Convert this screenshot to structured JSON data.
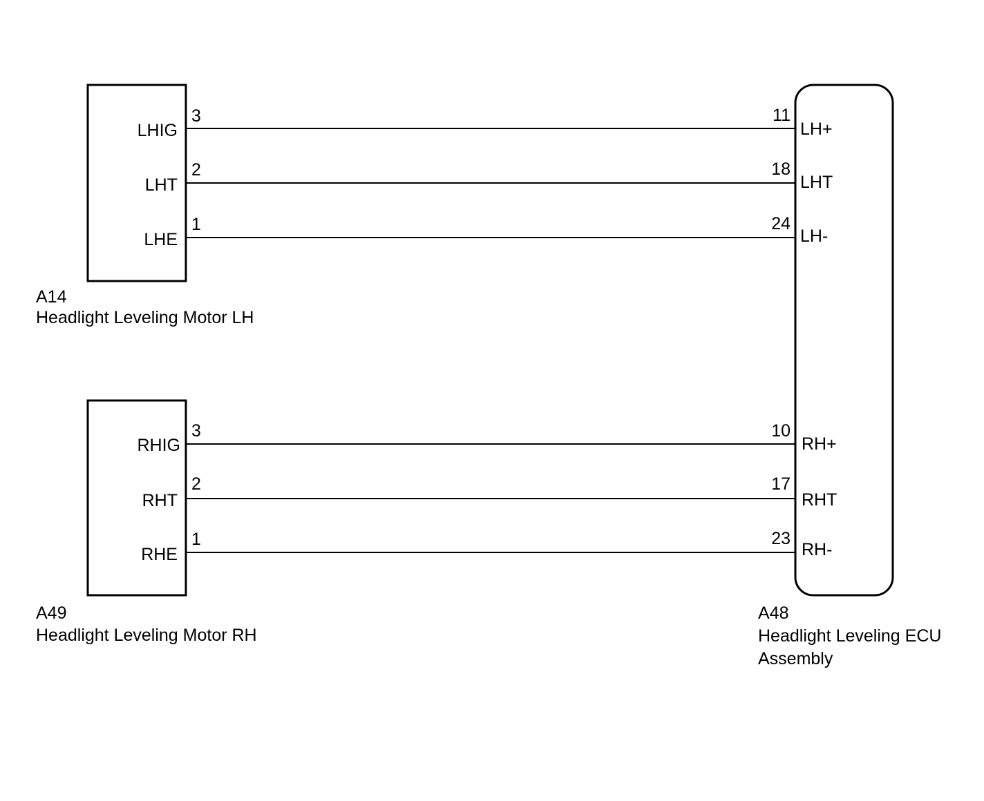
{
  "components": {
    "motor_lh": {
      "code": "A14",
      "name": "Headlight Leveling Motor LH",
      "pins": [
        {
          "label": "LHIG",
          "number": "3"
        },
        {
          "label": "LHT",
          "number": "2"
        },
        {
          "label": "LHE",
          "number": "1"
        }
      ]
    },
    "motor_rh": {
      "code": "A49",
      "name": "Headlight Leveling Motor RH",
      "pins": [
        {
          "label": "RHIG",
          "number": "3"
        },
        {
          "label": "RHT",
          "number": "2"
        },
        {
          "label": "RHE",
          "number": "1"
        }
      ]
    },
    "ecu": {
      "code": "A48",
      "name_line1": "Headlight Leveling ECU",
      "name_line2": "Assembly",
      "pins": [
        {
          "label": "LH+",
          "number": "11"
        },
        {
          "label": "LHT",
          "number": "18"
        },
        {
          "label": "LH-",
          "number": "24"
        },
        {
          "label": "RH+",
          "number": "10"
        },
        {
          "label": "RHT",
          "number": "17"
        },
        {
          "label": "RH-",
          "number": "23"
        }
      ]
    }
  },
  "colors": {
    "line": "#000000",
    "background": "#ffffff"
  }
}
